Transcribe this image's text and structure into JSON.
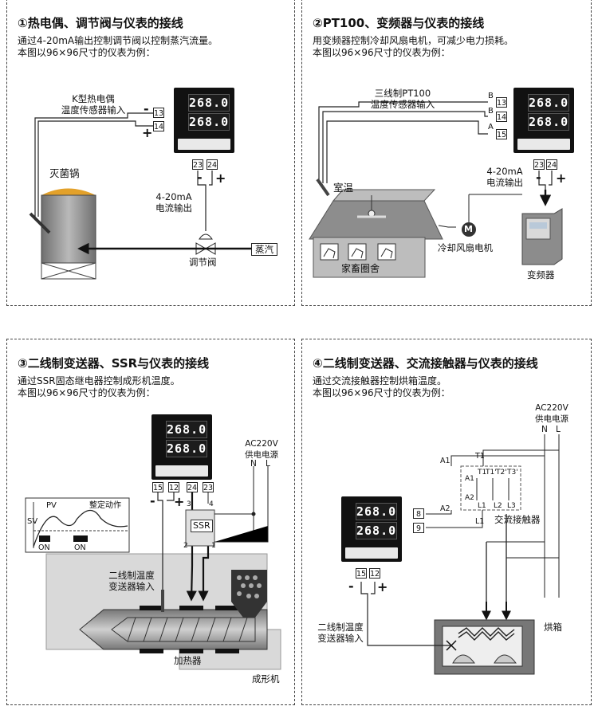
{
  "panel1": {
    "title": "①热电偶、调节阀与仪表的接线",
    "desc1": "通过4-20mA输出控制调节阀以控制蒸汽流量。",
    "desc2": "本图以96×96尺寸的仪表为例：",
    "sensor_label1": "K型热电偶",
    "sensor_label2": "温度传感器输入",
    "tank_label": "灭菌锅",
    "output_label1": "4-20mA",
    "output_label2": "电流输出",
    "valve_label": "调节阀",
    "steam_label": "蒸汽",
    "terminals": [
      "13",
      "14",
      "23",
      "24"
    ],
    "minus": "-",
    "plus": "+"
  },
  "panel2": {
    "title": "②PT100、变频器与仪表的接线",
    "desc1": "用变频器控制冷却风扇电机，可减少电力损耗。",
    "desc2": "本图以96×96尺寸的仪表为例：",
    "sensor_label1": "三线制PT100",
    "sensor_label2": "温度传感器输入",
    "room_label": "室温",
    "barn_label": "家畜圈舍",
    "fan_label": "冷却风扇电机",
    "motor_symbol": "M",
    "output_label1": "4-20mA",
    "output_label2": "电流输出",
    "vfd_label": "变频器",
    "terminals": [
      "13",
      "14",
      "15",
      "23",
      "24"
    ],
    "wire_b1": "B",
    "wire_b2": "B",
    "wire_a": "A",
    "minus": "-",
    "plus": "+"
  },
  "panel3": {
    "title": "③二线制变送器、SSR与仪表的接线",
    "desc1": "通过SSR固态继电器控制成形机温度。",
    "desc2": "本图以96×96尺寸的仪表为例：",
    "terminals": [
      "15",
      "12",
      "24",
      "23"
    ],
    "power_label1": "AC220V",
    "power_label2": "供电电源",
    "n": "N",
    "l": "L",
    "ssr": "SSR",
    "ssr_pins": [
      "3",
      "4",
      "2",
      "1"
    ],
    "chart_pv": "PV",
    "chart_sv": "SV",
    "chart_action": "整定动作",
    "on1": "ON",
    "on2": "ON",
    "transmitter1": "二线制温度",
    "transmitter2": "变送器输入",
    "heater": "加热器",
    "machine": "成形机",
    "minus": "-",
    "plus": "+"
  },
  "panel4": {
    "title": "④二线制变送器、交流接触器与仪表的接线",
    "desc1": "通过交流接触器控制烘箱温度。",
    "desc2": "本图以96×96尺寸的仪表为例：",
    "power_label1": "AC220V",
    "power_label2": "供电电源",
    "n": "N",
    "l": "L",
    "contactor": "交流接触器",
    "contactor_pins": [
      "A1",
      "T1",
      "T1'",
      "T2'",
      "T3'",
      "A2",
      "L1",
      "L2",
      "L3"
    ],
    "wire_a1": "A1",
    "wire_a2": "A2",
    "wire_t1": "T1",
    "wire_l1": "L1",
    "terminals": [
      "8",
      "9",
      "15",
      "12"
    ],
    "oven": "烘箱",
    "transmitter1": "二线制温度",
    "transmitter2": "变送器输入",
    "minus": "-",
    "plus": "+"
  },
  "meter": {
    "pv": "268.0",
    "sv": "268.0"
  }
}
